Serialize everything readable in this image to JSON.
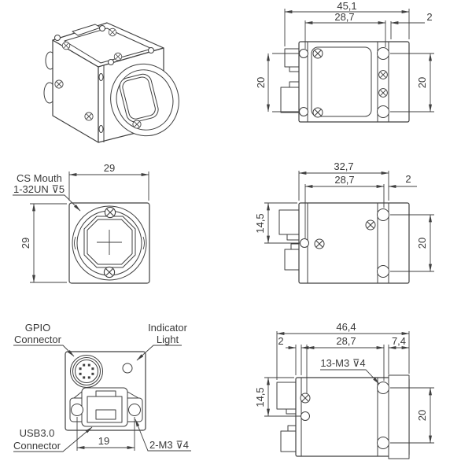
{
  "colors": {
    "line": "#3f3f3f",
    "text": "#3a3a3a",
    "background": "#ffffff"
  },
  "views": {
    "isometric": {
      "label": "isometric-camera-view"
    },
    "top": {
      "dim_total": "45,1",
      "dim_inner": "28,7",
      "dim_plate": "2",
      "dim_left": "20",
      "dim_right": "20"
    },
    "front": {
      "note_line1": "CS Mouth",
      "note_line2": "1-32UN ⊽5",
      "dim_width": "29",
      "dim_height": "29"
    },
    "side": {
      "dim_total": "32,7",
      "dim_inner": "28,7",
      "dim_plate": "2",
      "dim_left": "14,5",
      "dim_right": "20"
    },
    "rear": {
      "gpio_line1": "GPIO",
      "gpio_line2": "Connector",
      "indicator_line1": "Indicator",
      "indicator_line2": "Light",
      "usb_line1": "USB3.0",
      "usb_line2": "Connector",
      "dim_holes": "19",
      "note_screws": "2-M3 ⊽4"
    },
    "bottom": {
      "dim_total": "46,4",
      "dim_plate": "2",
      "dim_inner": "28,7",
      "dim_front": "7,4",
      "note_screws": "13-M3 ⊽4",
      "dim_left": "14,5",
      "dim_right": "20"
    }
  }
}
